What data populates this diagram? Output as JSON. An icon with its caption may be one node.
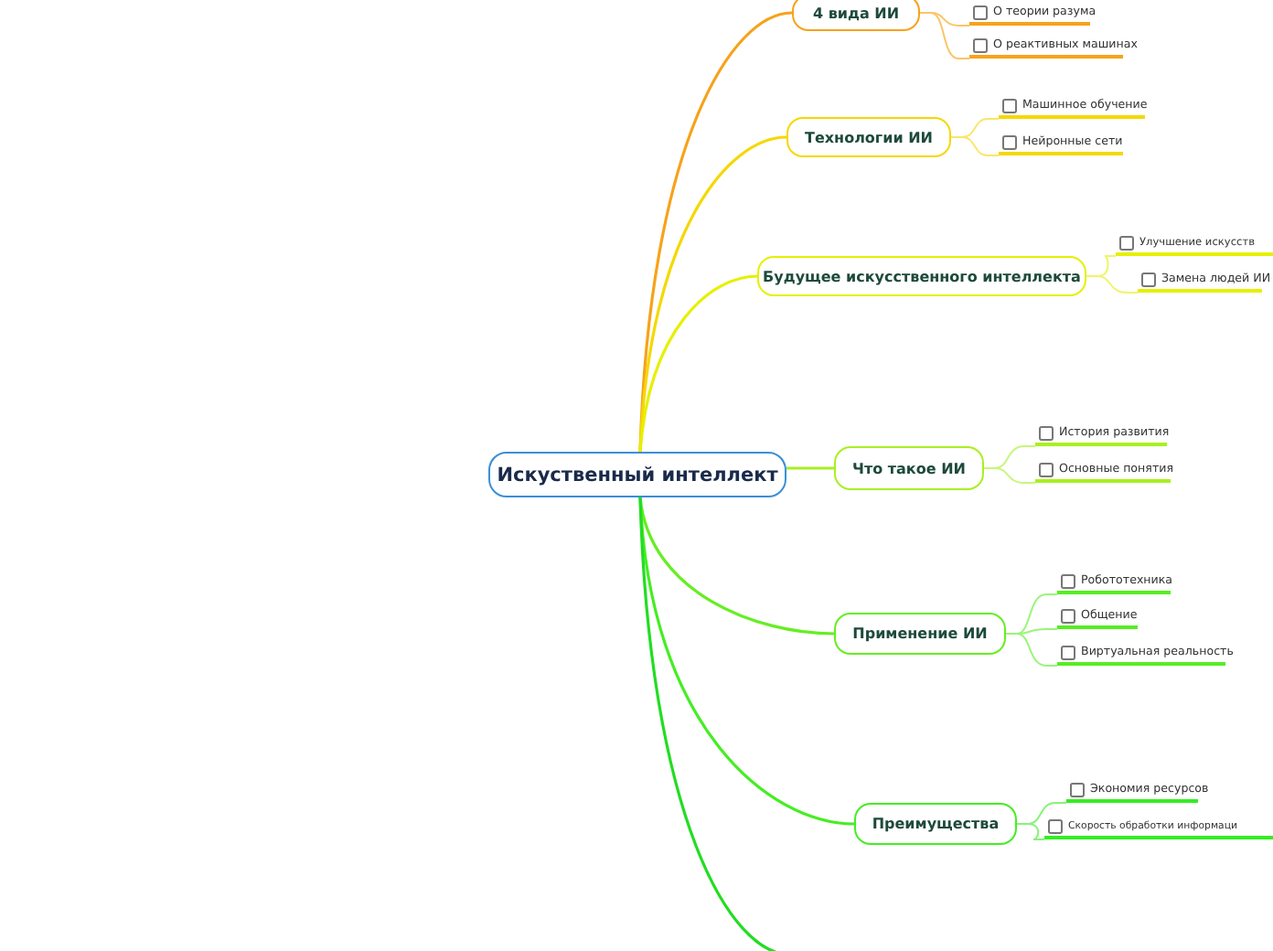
{
  "diagram": {
    "nodes": [
      {
        "text": [
          "Искуственный интеллект"
        ]
      },
      {
        "text": [
          "4 вида ИИ"
        ]
      },
      {
        "text": [
          "О теории разума"
        ]
      },
      {
        "text": [
          "О реактивных машинах"
        ]
      },
      {
        "text": [
          "Технологии ИИ"
        ]
      },
      {
        "text": [
          "Машинное обучение"
        ]
      },
      {
        "text": [
          "Нейронные сети"
        ]
      },
      {
        "text": [
          "Будущее искусственного интеллекта"
        ]
      },
      {
        "text": [
          "Улучшение искусств"
        ]
      },
      {
        "text": [
          "Замена людей ИИ"
        ]
      },
      {
        "text": [
          "Что такое ИИ"
        ]
      },
      {
        "text": [
          "История развития"
        ]
      },
      {
        "text": [
          "Основные понятия"
        ]
      },
      {
        "text": [
          "Применение ИИ"
        ]
      },
      {
        "text": [
          "Робототехника"
        ]
      },
      {
        "text": [
          "Общение"
        ]
      },
      {
        "text": [
          "Виртуальная реальность"
        ]
      },
      {
        "text": [
          "Преимущества"
        ]
      },
      {
        "text": [
          "Экономия ресурсов"
        ]
      },
      {
        "text": [
          "Скорость обработки информаци"
        ]
      }
    ],
    "edges": [
      {
        "from": 0,
        "to": 1,
        "arrow": "none",
        "color": "#f7a21b"
      },
      {
        "from": 1,
        "to": 2,
        "arrow": "none",
        "color": "#fbc46a"
      },
      {
        "from": 1,
        "to": 3,
        "arrow": "none",
        "color": "#fbc46a"
      },
      {
        "from": 0,
        "to": 4,
        "arrow": "none",
        "color": "#f5d800"
      },
      {
        "from": 4,
        "to": 5,
        "arrow": "none",
        "color": "#f9e66a"
      },
      {
        "from": 4,
        "to": 6,
        "arrow": "none",
        "color": "#f9e66a"
      },
      {
        "from": 0,
        "to": 7,
        "arrow": "none",
        "color": "#e6f000"
      },
      {
        "from": 7,
        "to": 8,
        "arrow": "none",
        "color": "#eef56a"
      },
      {
        "from": 7,
        "to": 9,
        "arrow": "none",
        "color": "#eef56a"
      },
      {
        "from": 0,
        "to": 10,
        "arrow": "none",
        "color": "#a8f020"
      },
      {
        "from": 10,
        "to": 11,
        "arrow": "none",
        "color": "#c8f57a"
      },
      {
        "from": 10,
        "to": 12,
        "arrow": "none",
        "color": "#c8f57a"
      },
      {
        "from": 0,
        "to": 13,
        "arrow": "none",
        "color": "#66ee22"
      },
      {
        "from": 13,
        "to": 14,
        "arrow": "none",
        "color": "#9af57a"
      },
      {
        "from": 13,
        "to": 15,
        "arrow": "none",
        "color": "#9af57a"
      },
      {
        "from": 13,
        "to": 16,
        "arrow": "none",
        "color": "#9af57a"
      },
      {
        "from": 0,
        "to": 17,
        "arrow": "none",
        "color": "#44ee22"
      },
      {
        "from": 17,
        "to": 18,
        "arrow": "none",
        "color": "#88f27a"
      },
      {
        "from": 17,
        "to": 19,
        "arrow": "none",
        "color": "#88f27a"
      },
      {
        "from": 0,
        "to": null,
        "arrow": "none",
        "color": "#22dd22"
      }
    ]
  }
}
